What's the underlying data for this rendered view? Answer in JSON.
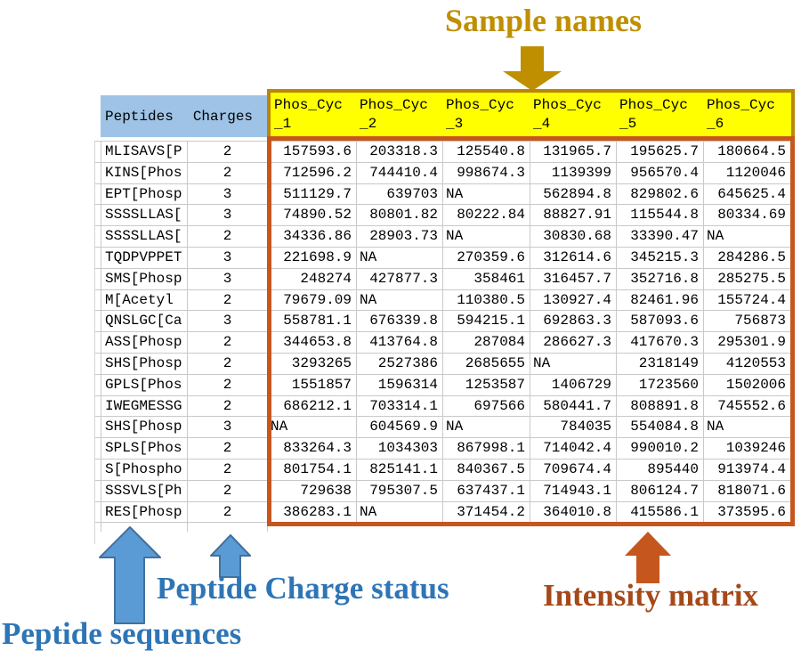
{
  "annotations": {
    "sample_names": "Sample names",
    "peptide_sequences": "Peptide sequences",
    "peptide_charge_status": "Peptide Charge status",
    "intensity_matrix": "Intensity matrix"
  },
  "colors": {
    "header_blue": "#9EC3E6",
    "sample_header_yellow": "#FFFF00",
    "yellow_box_border": "#B8860B",
    "intensity_box_border": "#C5571E",
    "gold_annotation": "#BF8F00",
    "blue_annotation": "#2E75B6",
    "blue_arrow_fill": "#5B9BD5",
    "blue_arrow_stroke": "#41719C",
    "orange_annotation": "#A5491B",
    "orange_arrow_fill": "#C5571E",
    "gold_arrow_fill": "#BF8F00"
  },
  "table": {
    "left_columns": {
      "peptides": "Peptides",
      "charges": "Charges"
    },
    "sample_columns": [
      {
        "line1": "Phos_Cyc",
        "line2": "_1"
      },
      {
        "line1": "Phos_Cyc",
        "line2": "_2"
      },
      {
        "line1": "Phos_Cyc",
        "line2": "_3"
      },
      {
        "line1": "Phos_Cyc",
        "line2": "_4"
      },
      {
        "line1": "Phos_Cyc",
        "line2": "_5"
      },
      {
        "line1": "Phos_Cyc",
        "line2": "_6"
      }
    ],
    "rows": [
      {
        "peptide": "MLISAVS[P",
        "charge": "2",
        "values": [
          "157593.6",
          "203318.3",
          "125540.8",
          "131965.7",
          "195625.7",
          "180664.5"
        ]
      },
      {
        "peptide": "KINS[Phos",
        "charge": "2",
        "values": [
          "712596.2",
          "744410.4",
          "998674.3",
          "1139399",
          "956570.4",
          "1120046"
        ]
      },
      {
        "peptide": "EPT[Phosp",
        "charge": "3",
        "values": [
          "511129.7",
          "639703",
          "NA",
          "562894.8",
          "829802.6",
          "645625.4"
        ]
      },
      {
        "peptide": "SSSSLLAS[",
        "charge": "3",
        "values": [
          "74890.52",
          "80801.82",
          "80222.84",
          "88827.91",
          "115544.8",
          "80334.69"
        ]
      },
      {
        "peptide": "SSSSLLAS[",
        "charge": "2",
        "values": [
          "34336.86",
          "28903.73",
          "NA",
          "30830.68",
          "33390.47",
          "NA"
        ]
      },
      {
        "peptide": "TQDPVPPET",
        "charge": "3",
        "values": [
          "221698.9",
          "NA",
          "270359.6",
          "312614.6",
          "345215.3",
          "284286.5"
        ]
      },
      {
        "peptide": "SMS[Phosp",
        "charge": "3",
        "values": [
          "248274",
          "427877.3",
          "358461",
          "316457.7",
          "352716.8",
          "285275.5"
        ]
      },
      {
        "peptide": "M[Acetyl",
        "charge": "2",
        "values": [
          "79679.09",
          "NA",
          "110380.5",
          "130927.4",
          "82461.96",
          "155724.4"
        ]
      },
      {
        "peptide": "QNSLGC[Ca",
        "charge": "3",
        "values": [
          "558781.1",
          "676339.8",
          "594215.1",
          "692863.3",
          "587093.6",
          "756873"
        ]
      },
      {
        "peptide": "ASS[Phosp",
        "charge": "2",
        "values": [
          "344653.8",
          "413764.8",
          "287084",
          "286627.3",
          "417670.3",
          "295301.9"
        ]
      },
      {
        "peptide": "SHS[Phosp",
        "charge": "2",
        "values": [
          "3293265",
          "2527386",
          "2685655",
          "NA",
          "2318149",
          "4120553"
        ]
      },
      {
        "peptide": "GPLS[Phos",
        "charge": "2",
        "values": [
          "1551857",
          "1596314",
          "1253587",
          "1406729",
          "1723560",
          "1502006"
        ]
      },
      {
        "peptide": "IWEGMESSG",
        "charge": "2",
        "values": [
          "686212.1",
          "703314.1",
          "697566",
          "580441.7",
          "808891.8",
          "745552.6"
        ]
      },
      {
        "peptide": "SHS[Phosp",
        "charge": "3",
        "values": [
          "NA",
          "604569.9",
          "NA",
          "784035",
          "554084.8",
          "NA"
        ]
      },
      {
        "peptide": "SPLS[Phos",
        "charge": "2",
        "values": [
          "833264.3",
          "1034303",
          "867998.1",
          "714042.4",
          "990010.2",
          "1039246"
        ]
      },
      {
        "peptide": "S[Phospho",
        "charge": "2",
        "values": [
          "801754.1",
          "825141.1",
          "840367.5",
          "709674.4",
          "895440",
          "913974.4"
        ]
      },
      {
        "peptide": "SSSVLS[Ph",
        "charge": "2",
        "values": [
          "729638",
          "795307.5",
          "637437.1",
          "714943.1",
          "806124.7",
          "818071.6"
        ]
      },
      {
        "peptide": "RES[Phosp",
        "charge": "2",
        "values": [
          "386283.1",
          "NA",
          "371454.2",
          "364010.8",
          "415586.1",
          "373595.6"
        ]
      }
    ]
  }
}
